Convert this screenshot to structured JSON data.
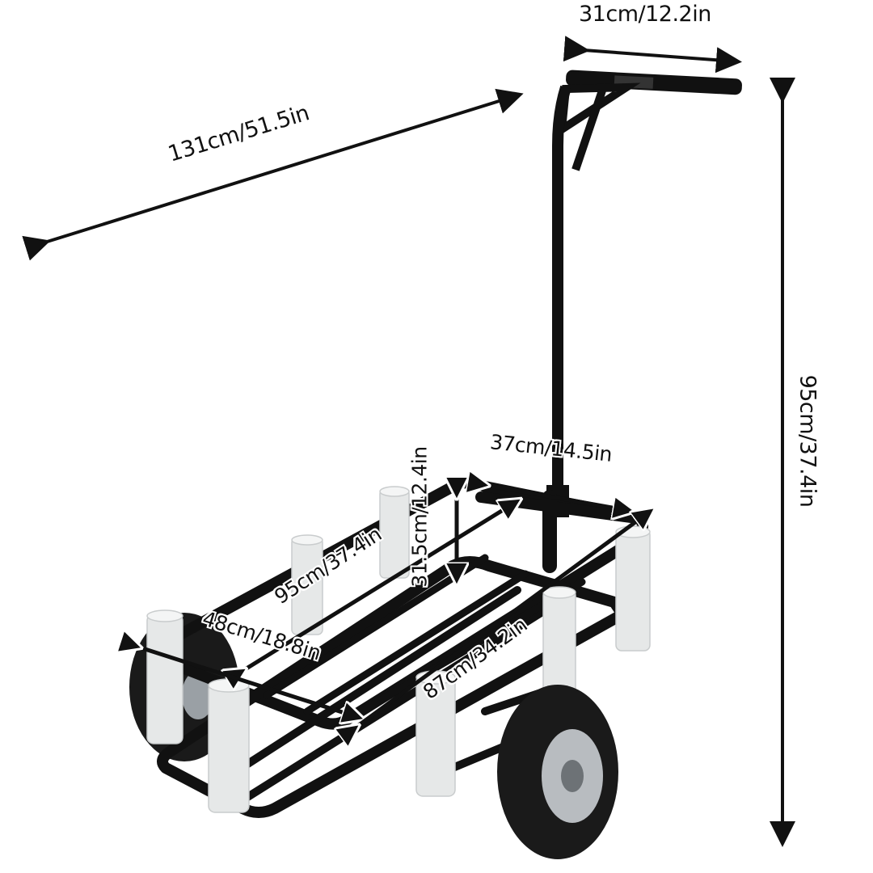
{
  "product": {
    "name": "fishing cart",
    "colors": {
      "frame": "#111111",
      "rod_holders": "#e6e8e8",
      "tires": "#1a1a1a",
      "hub": "#b8bcc0",
      "background": "#ffffff"
    }
  },
  "dimensions": {
    "handle_width": "31cm/12.2in",
    "overall_length": "131cm/51.5in",
    "overall_height": "95cm/37.4in",
    "basket_width_inner": "37cm/14.5in",
    "basket_depth": "31.5cm/12.4in",
    "basket_length_inner": "95cm/37.4in",
    "basket_width_outer": "48cm/18.8in",
    "basket_length_outer": "87cm/34.2in"
  }
}
